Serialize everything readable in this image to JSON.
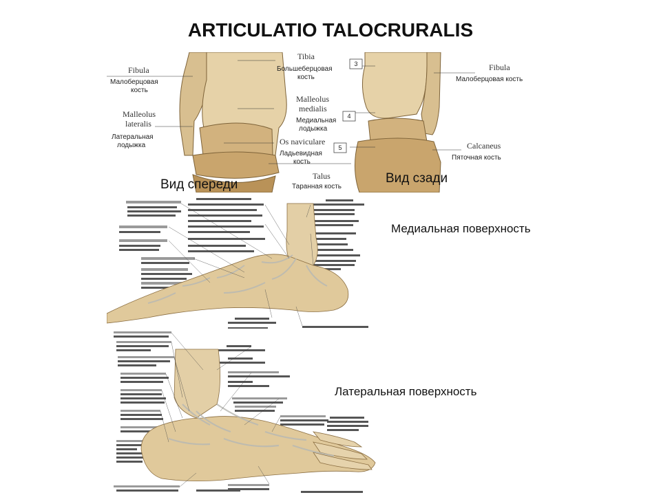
{
  "title": "ARTICULATIO TALOCRURALIS",
  "views": {
    "front": "Вид спереди",
    "back": "Вид сзади"
  },
  "surfaces": {
    "medial": "Медиальная поверхность",
    "lateral": "Латеральная поверхность"
  },
  "top_figure": {
    "labels": {
      "fibula_left_lat": "Fibula",
      "fibula_left_ru1": "Малоберцовая",
      "fibula_left_ru2": "кость",
      "malleolus_lateralis_lat1": "Malleolus",
      "malleolus_lateralis_lat2": "lateralis",
      "malleolus_lateralis_ru1": "Латеральная",
      "malleolus_lateralis_ru2": "лодыжка",
      "tibia_lat": "Tibia",
      "tibia_ru": "Большеберцовая",
      "tibia_ru2": "кость",
      "malleolus_medialis_lat1": "Malleolus",
      "malleolus_medialis_lat2": "medialis",
      "malleolus_medialis_ru1": "Медиальная",
      "malleolus_medialis_ru2": "лодыжка",
      "navicular_lat": "Os naviculare",
      "navicular_ru1": "Ладьевидная",
      "navicular_ru2": "кость",
      "talus_lat": "Talus",
      "talus_ru": "Таранная кость",
      "fibula_right_lat": "Fibula",
      "fibula_right_ru": "Малоберцовая кость",
      "calcaneus_lat": "Calcaneus",
      "calcaneus_ru": "Пяточная кость"
    },
    "numbers": [
      "3",
      "4",
      "5"
    ]
  },
  "colors": {
    "bone_light": "#e8d7b4",
    "bone_mid": "#cdb07e",
    "bone_dark": "#9c7f52",
    "ligament": "#d9d9d2",
    "ligament_dark": "#8d8d86"
  }
}
